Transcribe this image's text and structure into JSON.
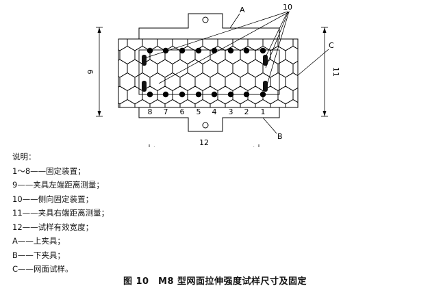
{
  "figure": {
    "labels": {
      "A": "A",
      "B": "B",
      "C": "C",
      "ten": "10",
      "nine": "9",
      "eleven": "11",
      "twelve": "12"
    },
    "pin_numbers": [
      "8",
      "7",
      "6",
      "5",
      "4",
      "3",
      "2",
      "1"
    ]
  },
  "legend": {
    "heading": "说明：",
    "items": [
      "1～8——固定装置；",
      "9——夹具左端距离测量；",
      "10——侧向固定装置；",
      "11——夹具右端距离测量；",
      "12——试样有效宽度；",
      "A——上夹具；",
      "B——下夹具；",
      "C——网面试样。"
    ]
  },
  "caption": "图 10　M8 型网面拉伸强度试样尺寸及固定"
}
